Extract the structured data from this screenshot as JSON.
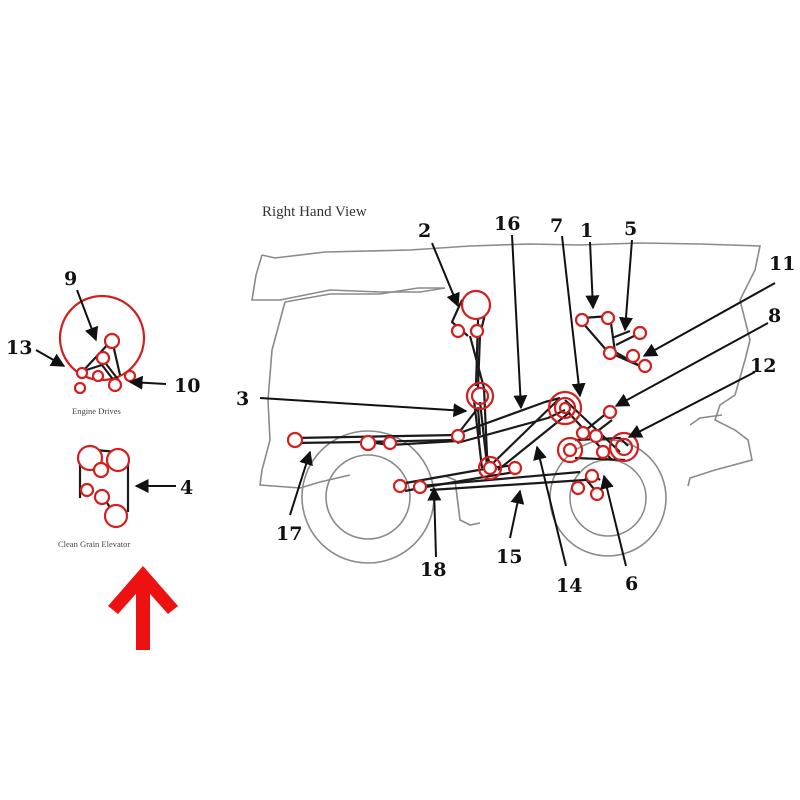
{
  "diagram": {
    "view_title": "Right Hand View",
    "engine_caption": "Engine Drives",
    "elevator_caption": "Clean Grain Elevator",
    "labels": {
      "l1": "1",
      "l2": "2",
      "l3": "3",
      "l4": "4",
      "l5": "5",
      "l6": "6",
      "l7": "7",
      "l8": "8",
      "l9": "9",
      "l10": "10",
      "l11": "11",
      "l12": "12",
      "l13": "13",
      "l14": "14",
      "l15": "15",
      "l16": "16",
      "l17": "17",
      "l18": "18"
    },
    "colors": {
      "pulley": "#d21f1f",
      "arrow": "#ee1111",
      "belt": "#1a1a1a",
      "outline": "#8a8a8a"
    }
  }
}
